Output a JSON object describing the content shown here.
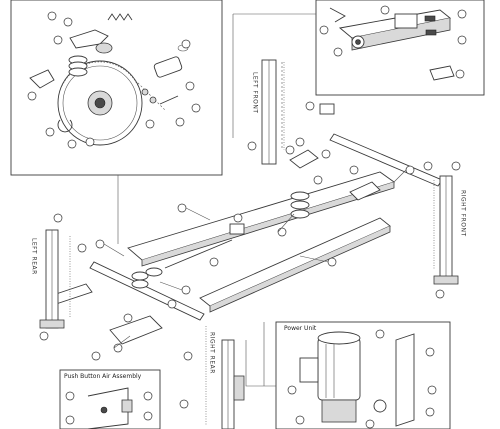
{
  "labels": {
    "left_front": "LEFT FRONT",
    "left_rear": "LEFT REAR",
    "right_front": "RIGHT FRONT",
    "right_rear": "RIGHT REAR",
    "power_unit": "Power Unit",
    "push_button": "Push Button Air Assembly"
  }
}
